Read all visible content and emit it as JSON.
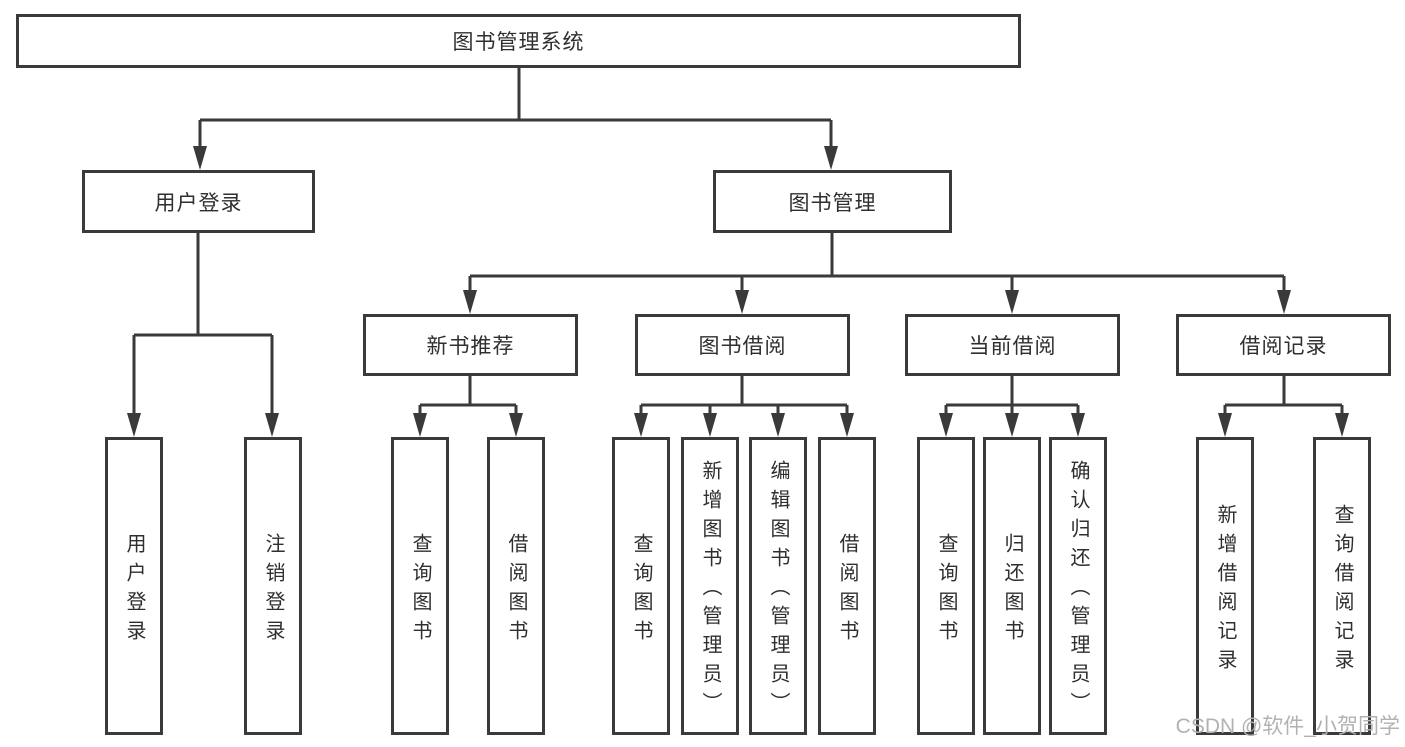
{
  "tree": {
    "root": {
      "label": "图书管理系统"
    },
    "branches": [
      {
        "label": "用户登录",
        "children": [
          {
            "label": "用户登录"
          },
          {
            "label": "注销登录"
          }
        ]
      },
      {
        "label": "图书管理",
        "children": [
          {
            "label": "新书推荐",
            "children": [
              {
                "label": "查询图书"
              },
              {
                "label": "借阅图书"
              }
            ]
          },
          {
            "label": "图书借阅",
            "children": [
              {
                "label": "查询图书"
              },
              {
                "label": "新增图书（管理员）"
              },
              {
                "label": "编辑图书（管理员）"
              },
              {
                "label": "借阅图书"
              }
            ]
          },
          {
            "label": "当前借阅",
            "children": [
              {
                "label": "查询图书"
              },
              {
                "label": "归还图书"
              },
              {
                "label": "确认归还（管理员）"
              }
            ]
          },
          {
            "label": "借阅记录",
            "children": [
              {
                "label": "新增借阅记录"
              },
              {
                "label": "查询借阅记录"
              }
            ]
          }
        ]
      }
    ]
  },
  "watermark": {
    "text": "CSDN @软件_小贺同学"
  },
  "colors": {
    "line": "#3a3a3a",
    "text": "#2f2f2f",
    "background": "#ffffff",
    "watermark": "#b2b2b2"
  }
}
